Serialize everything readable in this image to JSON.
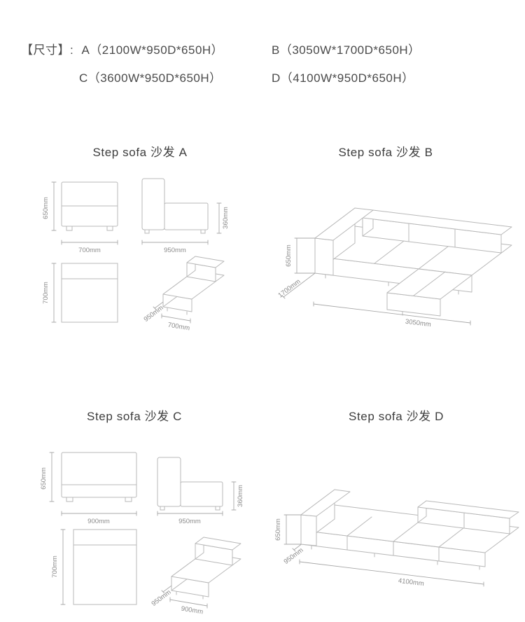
{
  "header": {
    "label": "【尺寸】:",
    "spec_a": "A（2100W*950D*650H）",
    "spec_b": "B（3050W*1700D*650H）",
    "spec_c": "C（3600W*950D*650H）",
    "spec_d": "D（4100W*950D*650H）"
  },
  "sections": {
    "a": {
      "title": "Step sofa 沙发 A",
      "front": {
        "height": "650mm",
        "width": "700mm"
      },
      "side": {
        "height": "360mm",
        "width": "950mm"
      },
      "top": {
        "depth": "700mm"
      },
      "iso": {
        "depth": "950mm",
        "width": "700mm"
      }
    },
    "b": {
      "title": "Step sofa 沙发 B",
      "iso": {
        "height": "650mm",
        "depth": "1700mm",
        "width": "3050mm"
      }
    },
    "c": {
      "title": "Step sofa 沙发 C",
      "front": {
        "height": "650mm",
        "width": "900mm"
      },
      "side": {
        "height": "360mm",
        "width": "950mm"
      },
      "top": {
        "depth": "700mm"
      },
      "iso": {
        "depth": "950mm",
        "width": "900mm"
      }
    },
    "d": {
      "title": "Step sofa 沙发 D",
      "iso": {
        "height": "650mm",
        "depth": "950mm",
        "width": "4100mm"
      }
    }
  },
  "colors": {
    "line": "#b8b8b8",
    "dim": "#a8a8a8",
    "label_text": "#8c8c8c",
    "title_text": "#3d3d3d"
  }
}
